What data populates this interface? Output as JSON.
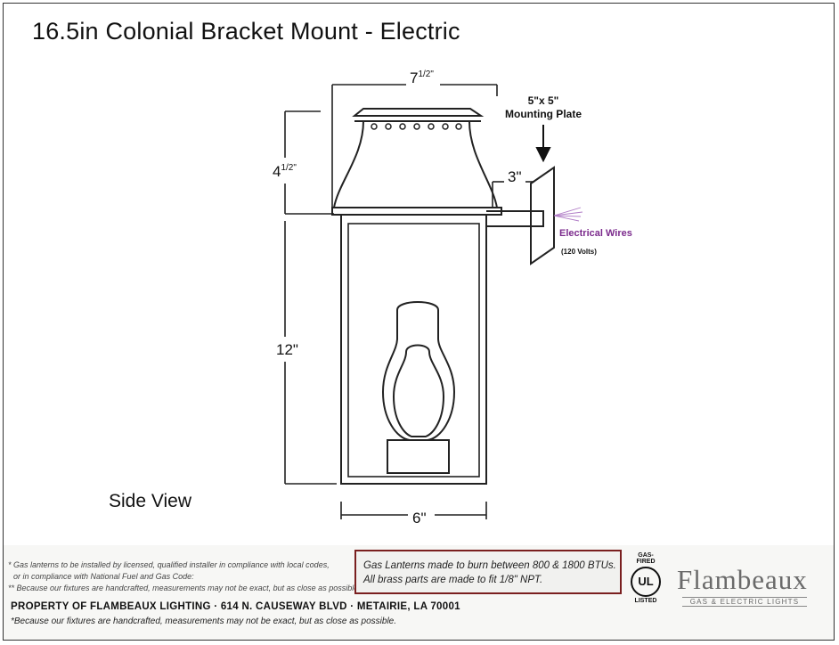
{
  "title": "16.5in Colonial Bracket Mount  - Electric",
  "dimensions": {
    "top_width": "7",
    "top_width_frac": "1/2\"",
    "top_height": "4",
    "top_height_frac": "1/2\"",
    "body_height": "12\"",
    "body_width": "6\"",
    "arm_length": "3\""
  },
  "mounting_plate": {
    "line1": "5\"x 5\"",
    "line2": "Mounting Plate"
  },
  "electrical": {
    "label": "Electrical Wires",
    "volts": "(120 Volts)",
    "color": "#7b2a8c"
  },
  "view_label": "Side View",
  "footnotes": {
    "line1": "* Gas lanterns to be installed by licensed, qualified installer in compliance with local codes,",
    "line2": "  or in compliance with National Fuel and Gas Code:",
    "line3": "** Because our fixtures are handcrafted, measurements may not be exact, but as close as possible."
  },
  "property": "PROPERTY OF FLAMBEAUX LIGHTING · 614 N. CAUSEWAY BLVD · METAIRIE, LA 70001",
  "disclaimer": "*Because our fixtures are handcrafted, measurements may not be exact, but as close as possible.",
  "gas_box": {
    "line1": "Gas Lanterns made to burn between 800 & 1800 BTUs.",
    "line2": "All brass parts are made to fit 1/8\" NPT.",
    "border_color": "#7a1f1f"
  },
  "ul_badge": {
    "top": "GAS-FIRED",
    "mark": "UL",
    "bottom": "LISTED"
  },
  "logo": {
    "name": "Flambeaux",
    "tagline": "GAS & ELECTRIC LIGHTS"
  }
}
